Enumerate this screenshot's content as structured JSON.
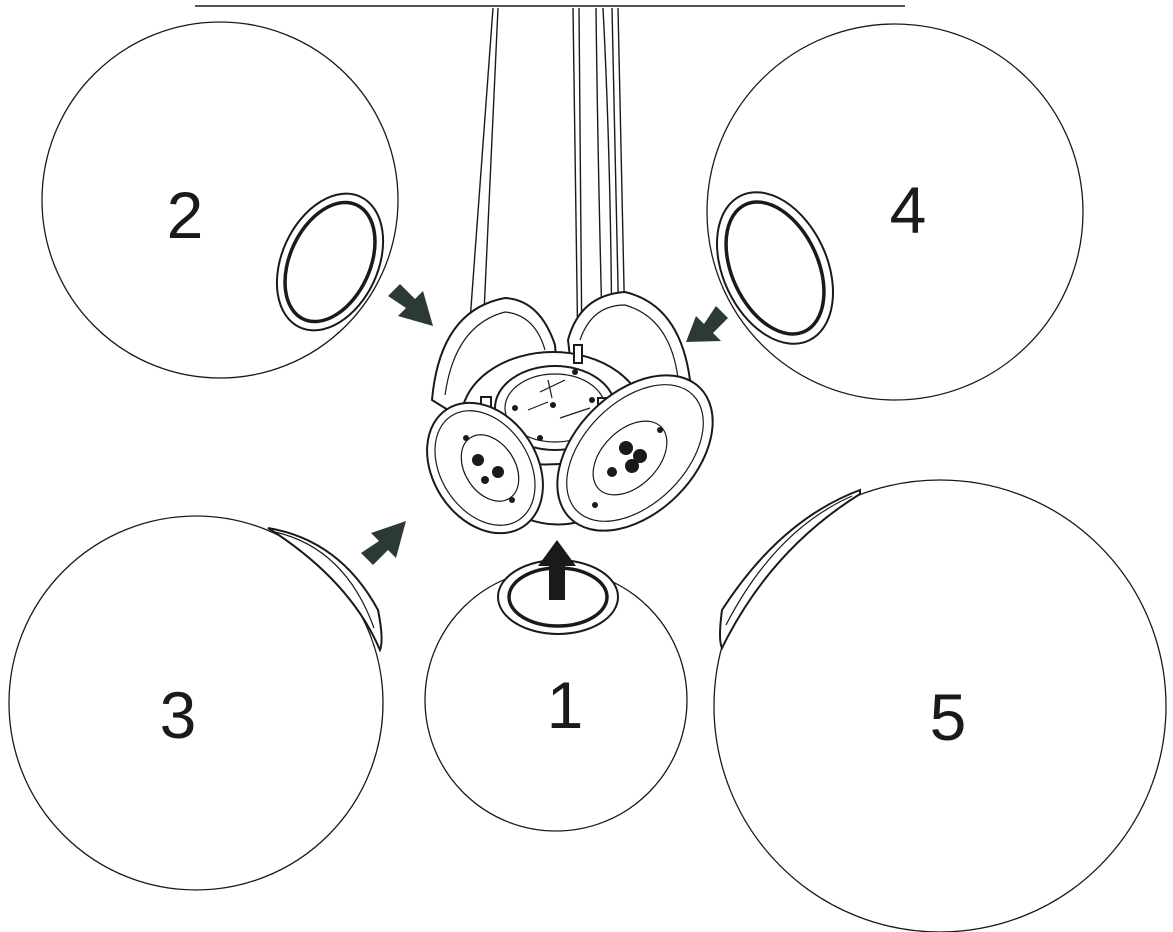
{
  "globes": [
    {
      "id": "1",
      "label": "1"
    },
    {
      "id": "2",
      "label": "2"
    },
    {
      "id": "3",
      "label": "3"
    },
    {
      "id": "4",
      "label": "4"
    },
    {
      "id": "5",
      "label": "5"
    }
  ],
  "colors": {
    "line": "#1a1a1a",
    "arrow": "#2b3a36",
    "background": "#ffffff"
  },
  "arrows": [
    {
      "name": "arrow-globe-2",
      "direction": "down-right",
      "target": "2"
    },
    {
      "name": "arrow-globe-4",
      "direction": "down-left",
      "target": "4"
    },
    {
      "name": "arrow-globe-3",
      "direction": "up-right",
      "target": "3"
    },
    {
      "name": "arrow-globe-1",
      "direction": "up",
      "target": "1"
    }
  ]
}
